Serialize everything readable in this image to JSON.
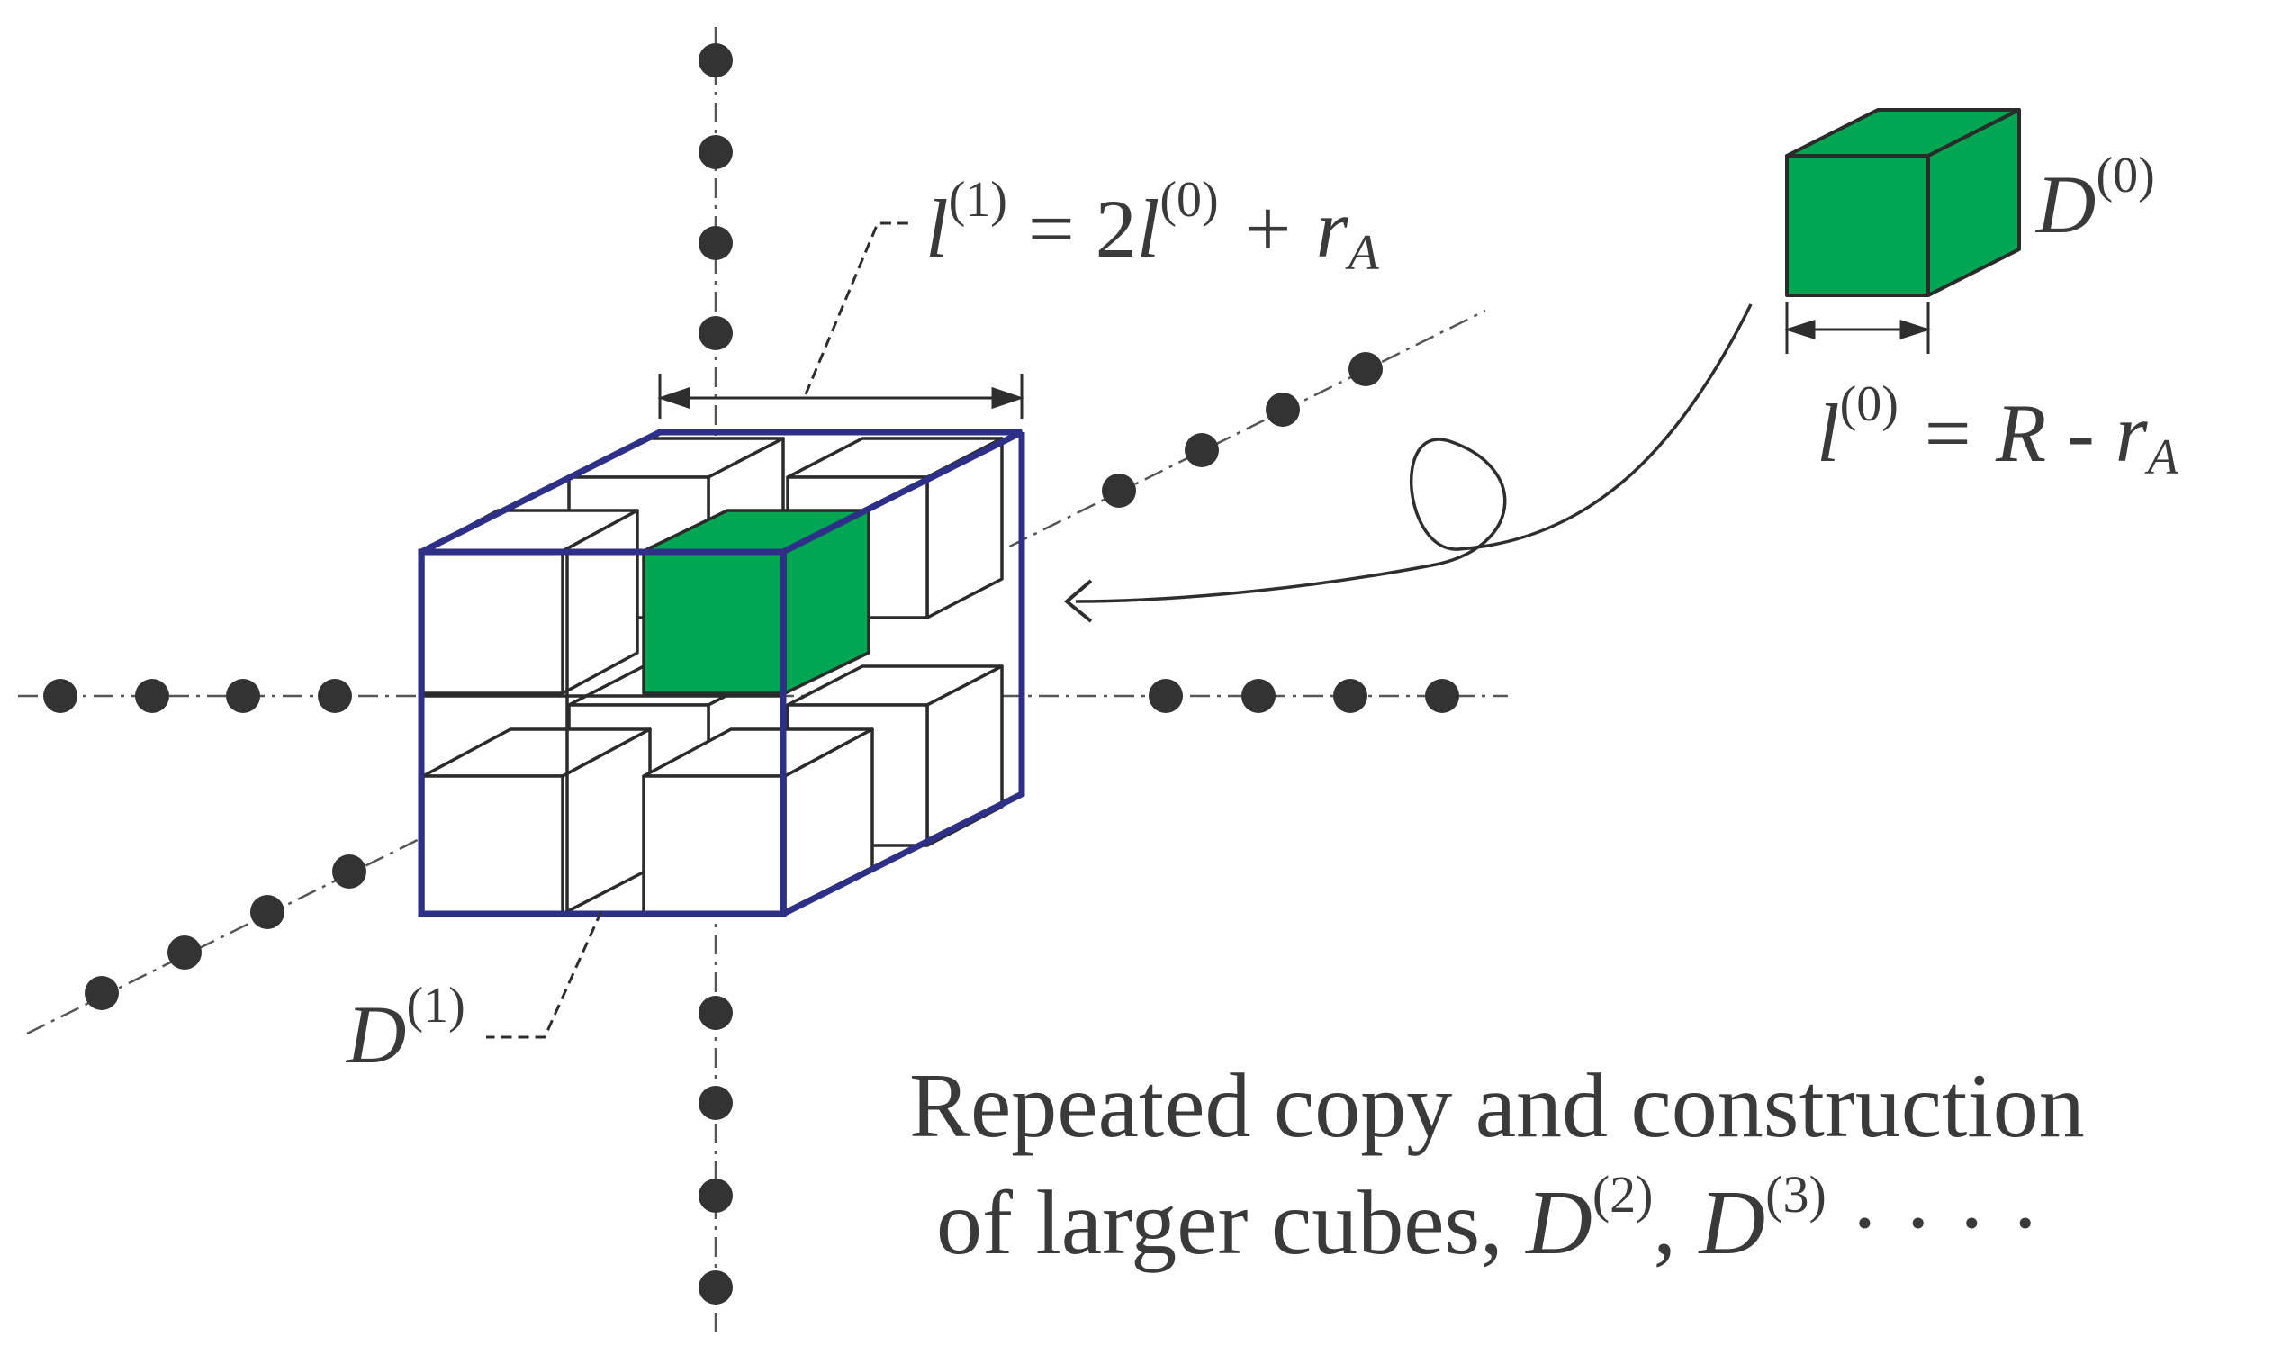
{
  "colors": {
    "ink": "#2e2e2e",
    "cube_green": "#00a651",
    "outline_blue": "#2e3088",
    "dot": "#333333",
    "axis": "#555555"
  },
  "labels": {
    "d0": {
      "base": "D",
      "sup": "(0)"
    },
    "l0": {
      "lhs": "l",
      "lhs_sup": "(0)",
      "rest": " = R - r",
      "sub": "A"
    },
    "l1": {
      "lhs": "l",
      "lhs_sup": "(1)",
      "eq": " = 2",
      "l": "l",
      "l_sup": "(0)",
      "plus": " + r",
      "sub": "A"
    },
    "d1": {
      "base": "D",
      "sup": "(1)"
    }
  },
  "caption": {
    "line1": "Repeated copy and construction",
    "line2_prefix": "of larger cubes,  ",
    "d2_base": "D",
    "d2_sup": "(2)",
    "sep": ",  ",
    "d3_base": "D",
    "d3_sup": "(3)",
    "ellipsis": " · · · ·"
  }
}
